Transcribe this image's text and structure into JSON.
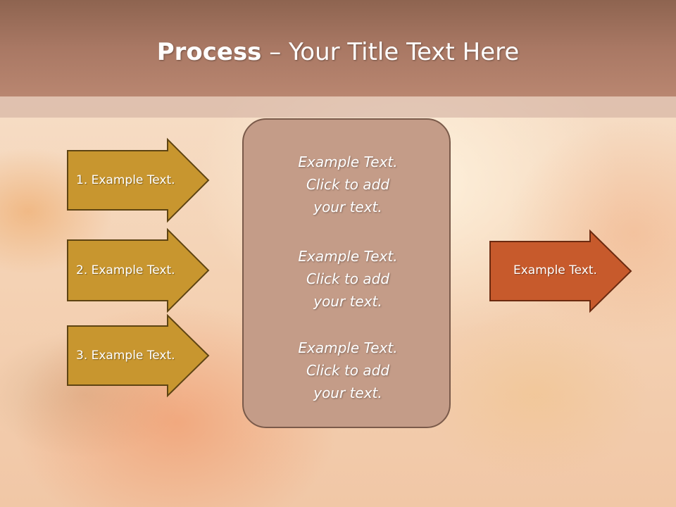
{
  "title": {
    "bold": "Process",
    "rest": " – Your Title Text Here"
  },
  "steps": [
    {
      "label": "1. Example Text."
    },
    {
      "label": "2. Example Text."
    },
    {
      "label": "3. Example Text."
    }
  ],
  "center_blocks": [
    {
      "lines": [
        "Example Text.",
        "Click  to add",
        "your text."
      ]
    },
    {
      "lines": [
        "Example Text.",
        "Click  to add",
        "your text."
      ]
    },
    {
      "lines": [
        "Example Text.",
        "Click  to add",
        "your text."
      ]
    }
  ],
  "result": {
    "label": "Example Text."
  },
  "colors": {
    "step_fill": "#c8962f",
    "step_stroke": "#5e4413",
    "result_fill": "#c75a2c",
    "result_stroke": "#6b2a10",
    "center_fill": "#c49c88"
  }
}
